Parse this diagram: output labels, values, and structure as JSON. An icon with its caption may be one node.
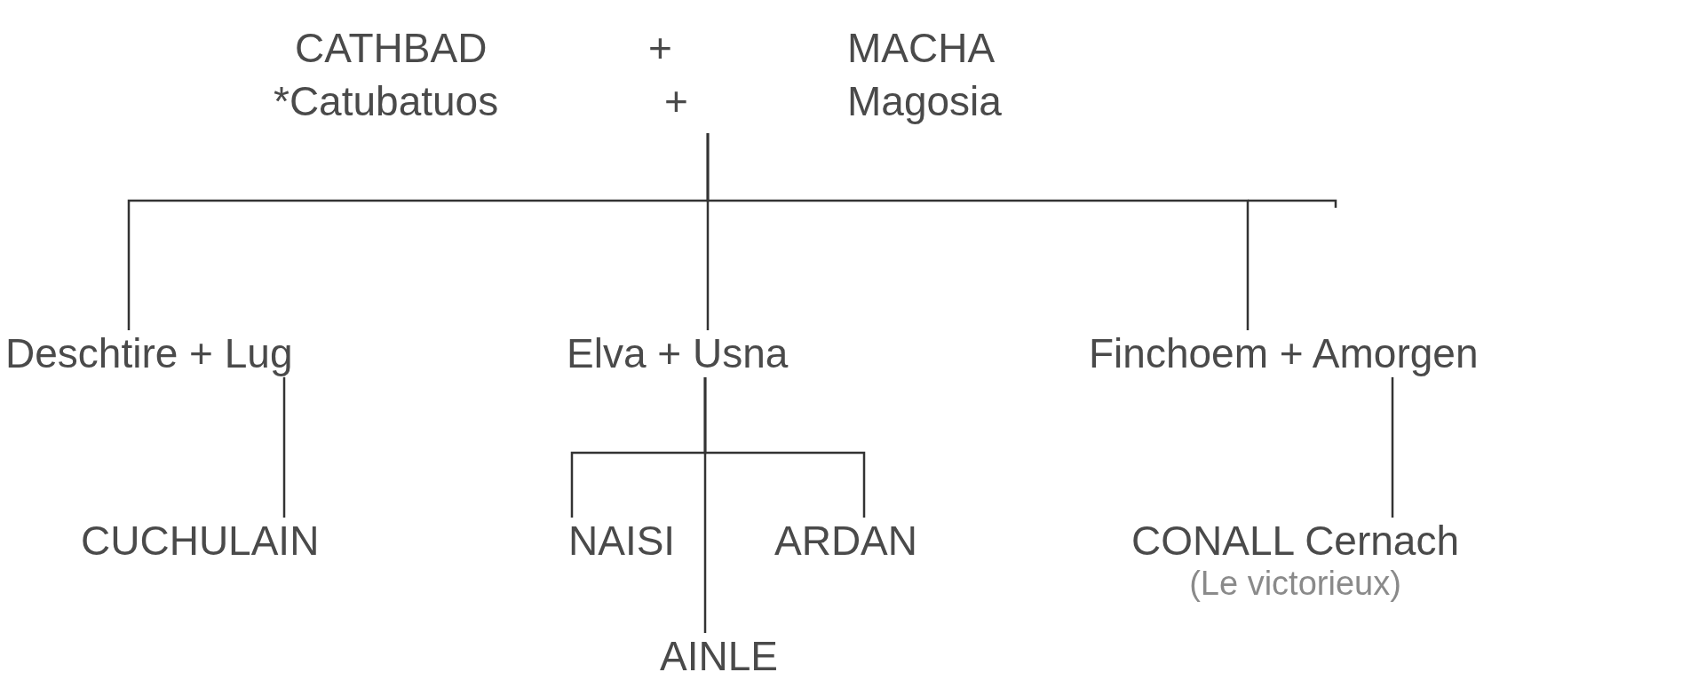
{
  "diagram": {
    "nodes": [
      {
        "text": [
          "CATHBAD",
          "+",
          "MACHA",
          "*Catubatuos",
          "+",
          "Magosia"
        ]
      },
      {
        "text": [
          "Deschtire + Lug"
        ]
      },
      {
        "text": [
          "Elva + Usna"
        ]
      },
      {
        "text": [
          "Finchoem + Amorgen"
        ]
      },
      {
        "text": [
          "CUCHULAIN"
        ]
      },
      {
        "text": [
          "NAISI"
        ]
      },
      {
        "text": [
          "ARDAN"
        ]
      },
      {
        "text": [
          "AINLE"
        ]
      },
      {
        "text": [
          "CONALL Cernach",
          "(Le victorieux)"
        ]
      }
    ],
    "edges": [
      {
        "from": 0,
        "to": 1,
        "arrow": "none"
      },
      {
        "from": 0,
        "to": 2,
        "arrow": "none"
      },
      {
        "from": 0,
        "to": 3,
        "arrow": "none"
      },
      {
        "from": 1,
        "to": 4,
        "arrow": "none"
      },
      {
        "from": 2,
        "to": 5,
        "arrow": "none"
      },
      {
        "from": 2,
        "to": 6,
        "arrow": "none"
      },
      {
        "from": 2,
        "to": 7,
        "arrow": "none"
      },
      {
        "from": 3,
        "to": 8,
        "arrow": "none"
      }
    ]
  }
}
